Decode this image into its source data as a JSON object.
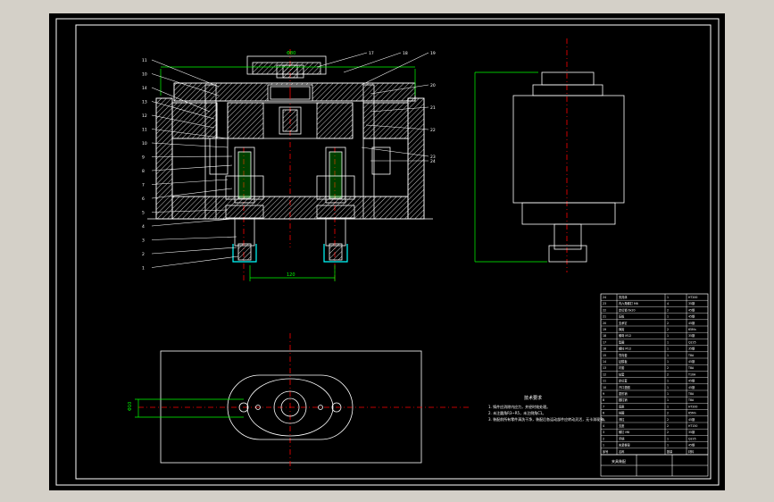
{
  "window": {
    "background_color": "#d4d0c8",
    "viewport_color": "#000000"
  },
  "colors": {
    "frame": "#ffffff",
    "outline": "#ffffff",
    "dimension": "#00ff00",
    "centerline": "#ff0000",
    "hatch": "#ffffff",
    "spring": "#00ffff"
  },
  "drawing": {
    "leader_labels_left": [
      "11",
      "10",
      "14",
      "13",
      "12",
      "11",
      "10",
      "9",
      "8",
      "7",
      "6",
      "5",
      "4",
      "3",
      "2",
      "1"
    ],
    "leader_labels_right": [
      "17",
      "18",
      "19",
      "20",
      "21",
      "22",
      "23",
      "24"
    ],
    "dim_top": "Φ80",
    "dim_bottom": "120",
    "dim_plan_left": "Φ10",
    "tech_req_title": "技术要求",
    "tech_req_lines": [
      "1. 铸件应消除内应力，并经时效处理。",
      "2. 未注圆角R3~R5，未注倒角C1。",
      "3. 装配前所有零件清洗干净，装配后各运动部件应转动灵活，无卡滞现象。"
    ],
    "title_block_label": "夹具装配"
  },
  "bom": {
    "rows": [
      [
        "24",
        "夹具体",
        "1",
        "HT200"
      ],
      [
        "23",
        "内六角螺钉 M6",
        "4",
        "35钢"
      ],
      [
        "22",
        "定位销 6x20",
        "2",
        "45钢"
      ],
      [
        "21",
        "压板",
        "1",
        "45钢"
      ],
      [
        "20",
        "支承钉",
        "2",
        "45钢"
      ],
      [
        "19",
        "弹簧",
        "2",
        "65Mn"
      ],
      [
        "18",
        "螺母 M12",
        "1",
        "35钢"
      ],
      [
        "17",
        "垫圈",
        "1",
        "Q235"
      ],
      [
        "16",
        "螺柱 M12",
        "1",
        "35钢"
      ],
      [
        "15",
        "导向套",
        "1",
        "T8A"
      ],
      [
        "14",
        "钻模板",
        "1",
        "45钢"
      ],
      [
        "13",
        "衬套",
        "2",
        "T8A"
      ],
      [
        "12",
        "钻套",
        "2",
        "T10A"
      ],
      [
        "11",
        "定位套",
        "1",
        "45钢"
      ],
      [
        "10",
        "开口垫圈",
        "1",
        "45钢"
      ],
      [
        "9",
        "菱形销",
        "1",
        "T8A"
      ],
      [
        "8",
        "圆柱销",
        "1",
        "T8A"
      ],
      [
        "7",
        "底座",
        "1",
        "HT200"
      ],
      [
        "6",
        "挡圈",
        "2",
        "65Mn"
      ],
      [
        "5",
        "滑柱",
        "2",
        "45钢"
      ],
      [
        "4",
        "支座",
        "2",
        "HT150"
      ],
      [
        "3",
        "螺钉 M8",
        "2",
        "35钢"
      ],
      [
        "2",
        "手柄",
        "1",
        "Q235"
      ],
      [
        "1",
        "夹紧螺母",
        "1",
        "45钢"
      ]
    ],
    "header": [
      "序号",
      "名称",
      "数量",
      "材料"
    ]
  }
}
